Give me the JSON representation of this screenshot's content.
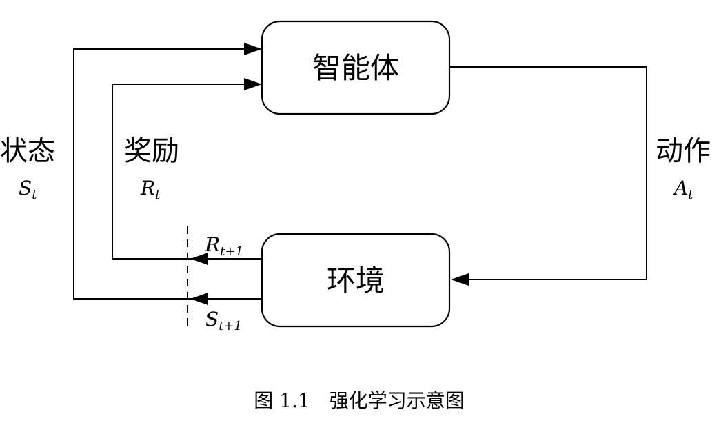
{
  "nodes": {
    "agent": {
      "label": "智能体"
    },
    "environment": {
      "label": "环境"
    }
  },
  "edges": {
    "action": {
      "label": "动作",
      "symbol": "A",
      "subscript": "t"
    },
    "state": {
      "label": "状态",
      "symbol": "S",
      "subscript": "t"
    },
    "reward": {
      "label": "奖励",
      "symbol": "R",
      "subscript": "t"
    },
    "next_reward": {
      "symbol": "R",
      "subscript": "t+1"
    },
    "next_state": {
      "symbol": "S",
      "subscript": "t+1"
    }
  },
  "caption": "图 1.1　强化学习示意图"
}
